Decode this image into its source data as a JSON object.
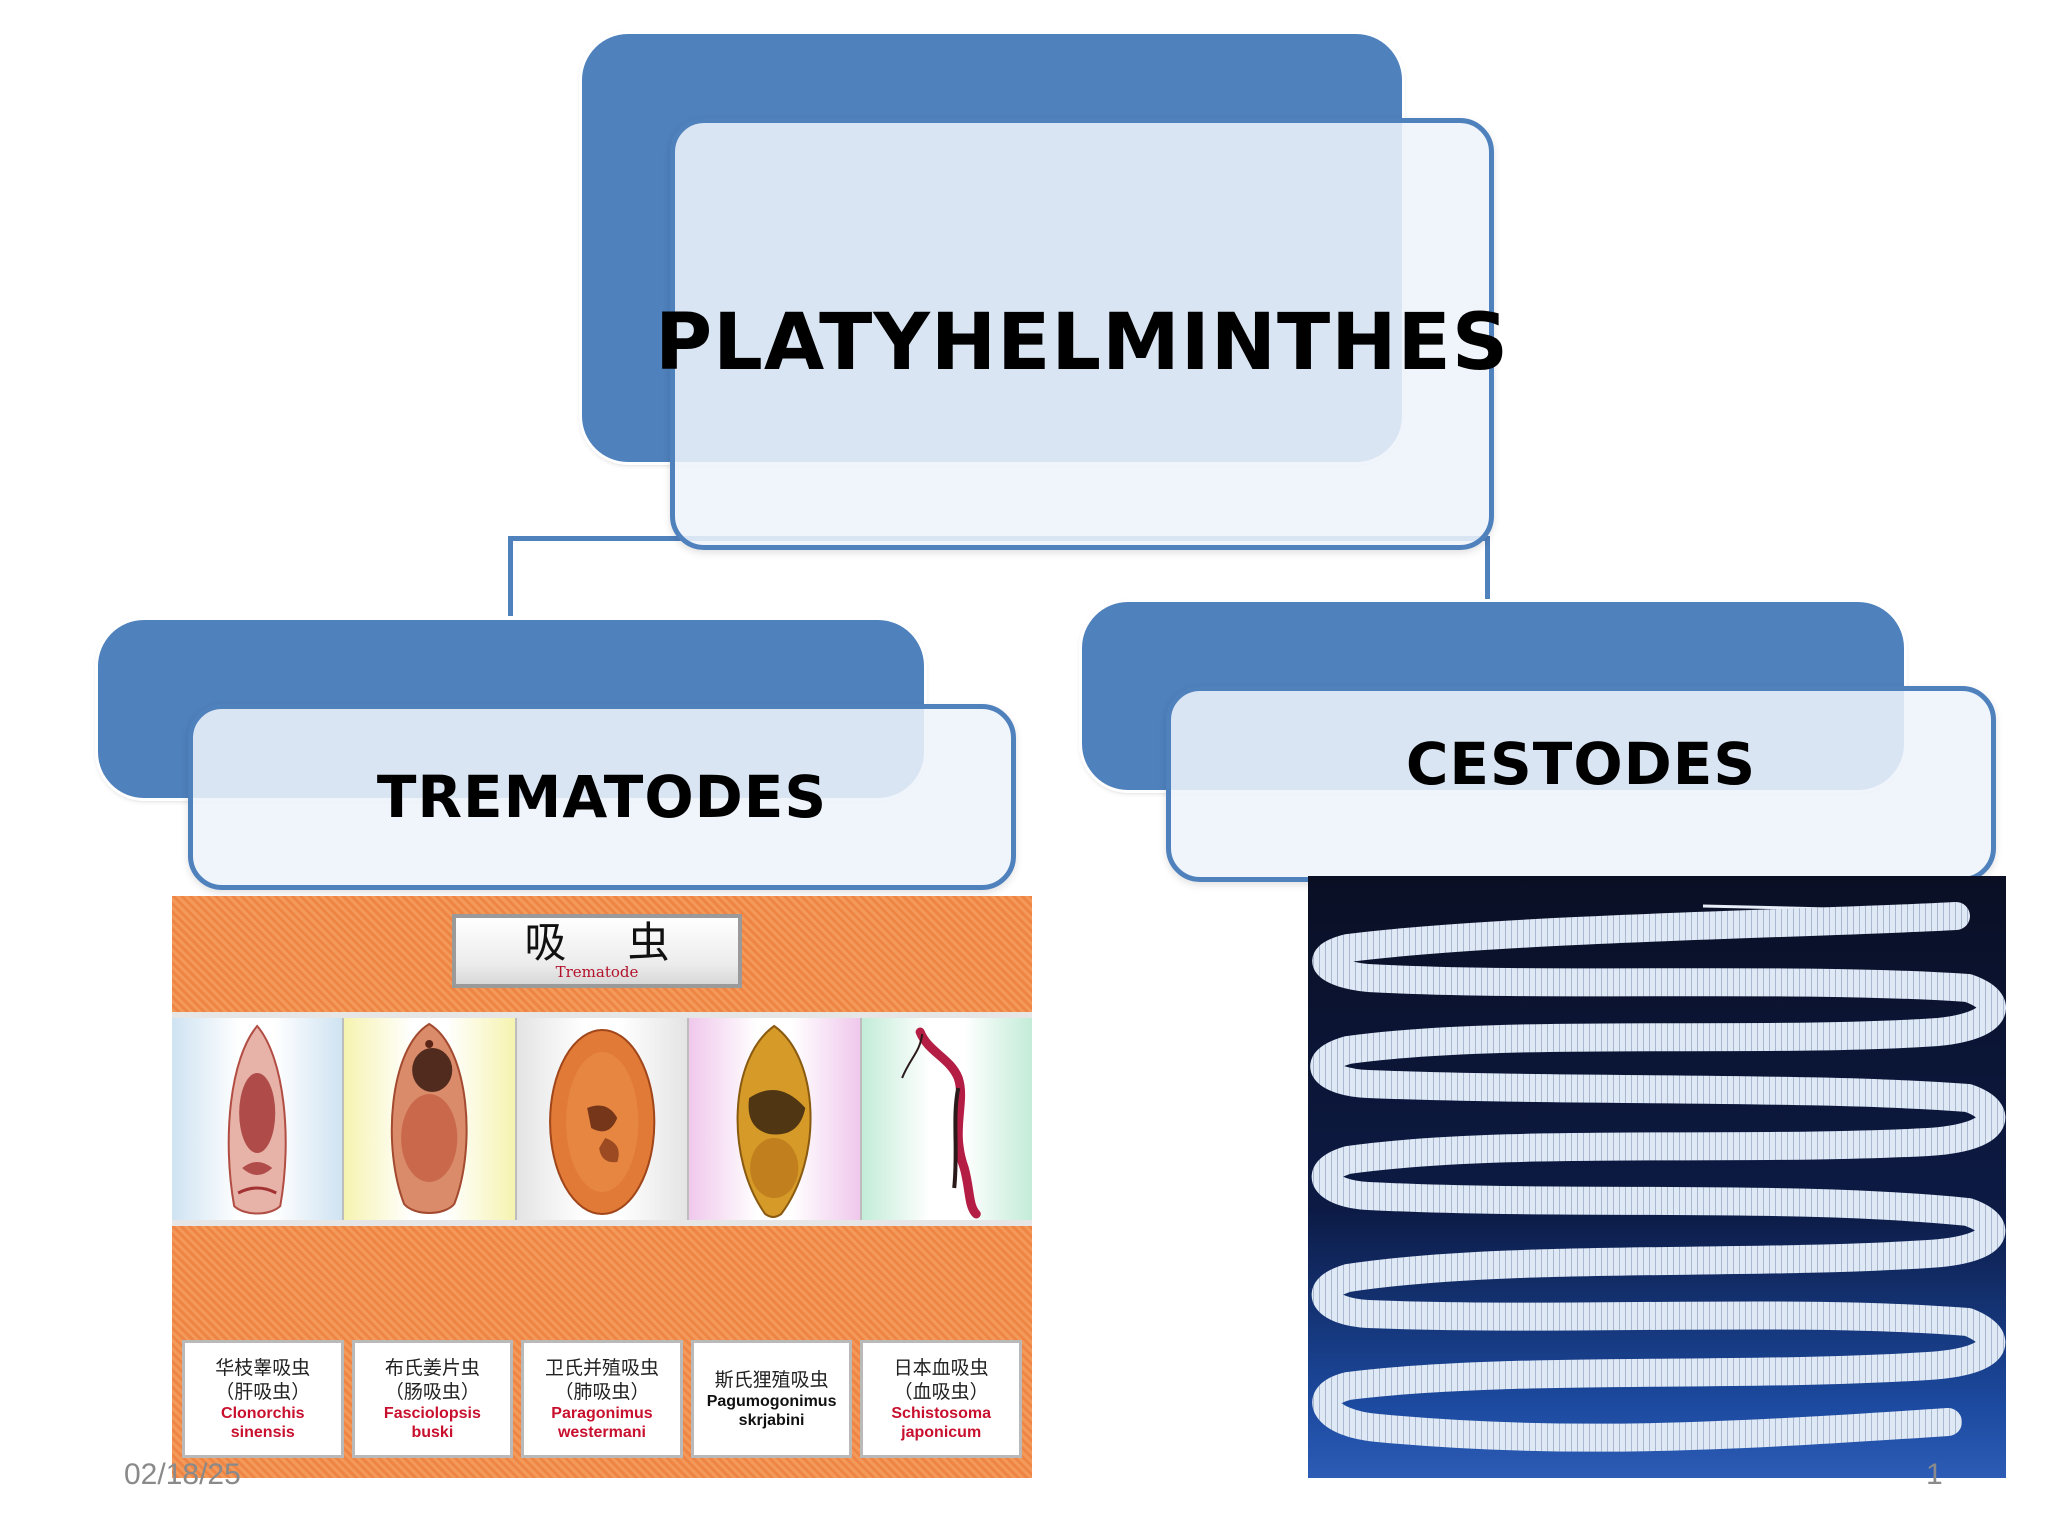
{
  "root": {
    "label": "PLATYHELMINTHES"
  },
  "children": [
    {
      "label": "TREMATODES"
    },
    {
      "label": "CESTODES"
    }
  ],
  "trematode_panel": {
    "title_cn": "吸 虫",
    "title_en": "Trematode",
    "species": [
      {
        "cn1": "华枝睾吸虫",
        "cn2": "（肝吸虫）",
        "latin1": "Clonorchis",
        "latin2": "sinensis"
      },
      {
        "cn1": "布氏姜片虫",
        "cn2": "（肠吸虫）",
        "latin1": "Fasciolopsis",
        "latin2": "buski"
      },
      {
        "cn1": "卫氏并殖吸虫",
        "cn2": "（肺吸虫）",
        "latin1": "Paragonimus",
        "latin2": "westermani"
      },
      {
        "cn1": "斯氏狸殖吸虫",
        "cn2": "",
        "latin1": "Pagumogonimus",
        "latin2": "skrjabini"
      },
      {
        "cn1": "日本血吸虫",
        "cn2": "（血吸虫）",
        "latin1": "Schistosoma",
        "latin2": "japonicum"
      }
    ]
  },
  "footer": {
    "date": "02/18/25",
    "page": "1"
  }
}
